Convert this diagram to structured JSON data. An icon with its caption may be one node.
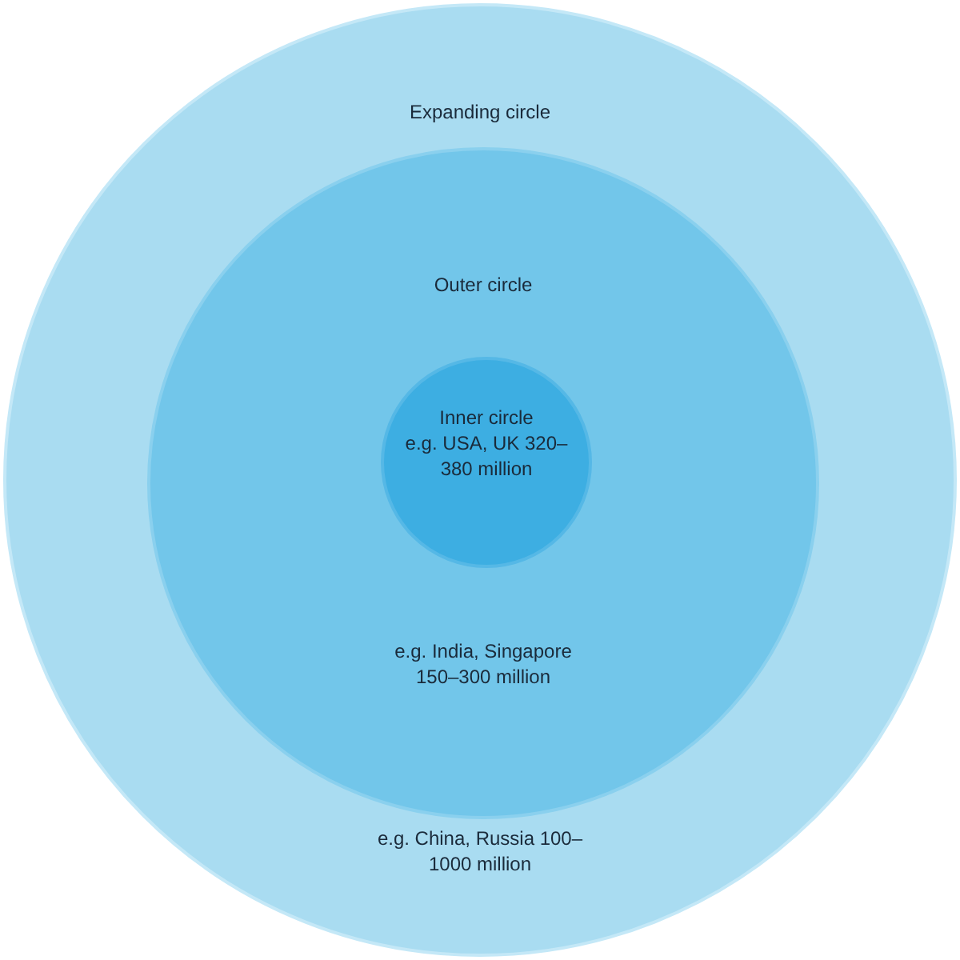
{
  "diagram": {
    "nodes": [
      {
        "text": [
          "Expanding circle",
          "e.g. China, Russia 100–1000 million"
        ]
      },
      {
        "text": [
          "Outer circle",
          "e.g. India, Singapore 150–300 million"
        ],
        "in": 0
      },
      {
        "text": [
          "Inner circle",
          "e.g. USA, UK 320–380 million"
        ],
        "in": 1
      }
    ]
  }
}
